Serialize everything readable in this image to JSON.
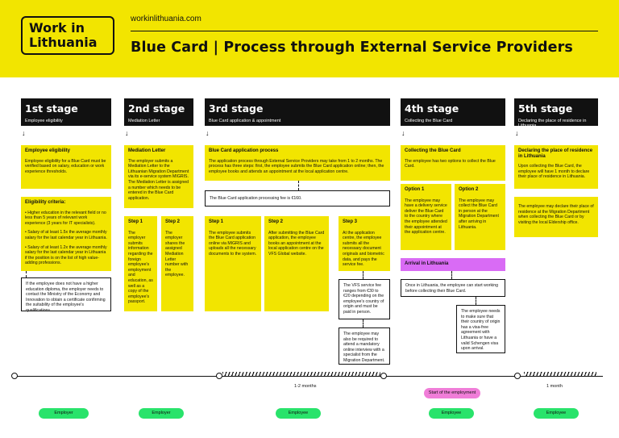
{
  "header": {
    "logo_line1": "Work in",
    "logo_line2": "Lithuania",
    "site": "workinlithuania.com",
    "title": "Blue Card | Process through External Service Providers"
  },
  "stages": [
    {
      "num": "1st stage",
      "sub": "Employee eligibility"
    },
    {
      "num": "2nd stage",
      "sub": "Mediation Letter"
    },
    {
      "num": "3rd stage",
      "sub": "Blue Card application & appointment"
    },
    {
      "num": "4th stage",
      "sub": "Collecting the Blue Card"
    },
    {
      "num": "5th stage",
      "sub": "Declaring the place of residence in Lithuania"
    }
  ],
  "stage1": {
    "title": "Employee eligibility",
    "text": "Employee eligibility for a Blue Card must be verified based on salary, education or work experience thresholds.",
    "criteria_title": "Eligibility criteria:",
    "criteria": [
      "• Higher education in the relevant field or no less than 5 years of relevant work experience (3 years for IT specialists).",
      "• Salary of at least 1.5x the average monthly salary for the last calendar year in Lithuania.",
      "• Salary of at least 1.2x the average monthly salary for the last calendar year in Lithuania if the position is on the list of high value-adding professions."
    ],
    "note": "If the employee does not have a higher education diploma, the employer needs to contact the Ministry of the Economy and Innovation to obtain a certificate confirming the suitability of the employee's qualifications."
  },
  "stage2": {
    "title": "Mediation Letter",
    "text": "The employer submits a Mediation Letter to the Lithuanian Migration Department via its e-service system MIGRIS. The Mediation Letter is assigned a number which needs to be entered in the Blue Card application.",
    "step1_title": "Step 1",
    "step1_text": "The employer submits information regarding the foreign employee's employment and education, as well as a copy of the employee's passport.",
    "step2_title": "Step 2",
    "step2_text": "The employer shares the assigned Mediation Letter number with the employee."
  },
  "stage3": {
    "title": "Blue Card application process",
    "text": "The application process through External Service Providers may take from 1 to 2 months. The process has three steps: first, the employee submits the Blue Card application online; then, the employee books and attends an appointment at the local application centre.",
    "time_note": "The Blue Card application processing fee is €160.",
    "step1_title": "Step 1",
    "step1_text": "The employee submits the Blue Card application online via MIGRIS and uploads all the necessary documents to the system.",
    "step2_title": "Step 2",
    "step2_text": "After submitting the Blue Card application, the employee books an appointment at the local application centre on the VFS Global website.",
    "step3_title": "Step 3",
    "step3_text": "At the application centre, the employee submits all the necessary document originals and biometric data, and pays the service fee.",
    "fee_note": "The VFS service fee ranges from €30 to €20 depending on the employee's country of origin and must be paid in person.",
    "interview_note": "The employee may also be required to attend a mandatory online interview with a specialist from the Migration Department."
  },
  "stage4": {
    "title": "Collecting the Blue Card",
    "text": "The employee has two options to collect the Blue Card.",
    "opt1_title": "Option 1",
    "opt1_text": "The employee may have a delivery service deliver the Blue Card to the country where the employee attended their appointment at the application centre.",
    "opt2_title": "Option 2",
    "opt2_text": "The employee may collect the Blue Card in person at the Migration Department after arriving in Lithuania.",
    "arrival": "Arrival in Lithuania",
    "arrival_note": "Once in Lithuania, the employee can start working before collecting their Blue Card.",
    "visa_note": "The employee needs to make sure that their country of origin has a visa-free agreement with Lithuania or have a valid Schengen visa upon arrival."
  },
  "stage5": {
    "title": "Declaring the place of residence in Lithuania",
    "text": "Upon collecting the Blue Card, the employee will have 1 month to declare their place of residence in Lithuania.",
    "text2": "The employee may declare their place of residence at the Migration Department when collecting the Blue Card or by visiting the local Eldership office."
  },
  "timeline": {
    "label_1_2_months": "1-2 months",
    "label_1_month": "1 month",
    "start_employment": "Start of the employment",
    "actors": [
      "Employer",
      "Employer",
      "Employee",
      "Employee",
      "Employee"
    ]
  },
  "colors": {
    "yellow": "#f2e500",
    "black": "#111111",
    "purple": "#d96bf5",
    "green": "#29e36b",
    "pink": "#f07dd8"
  }
}
